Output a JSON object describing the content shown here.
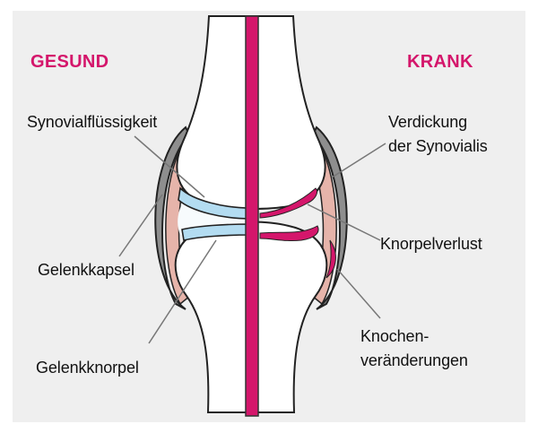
{
  "colors": {
    "accent": "#d4166b",
    "fluid": "#b3dcf1",
    "capsule": "#8e8e8e",
    "synovialis": "#e6b4aa",
    "bone": "#ffffff",
    "background": "#efefef"
  },
  "headings": {
    "left": "GESUND",
    "right": "KRANK"
  },
  "labels": {
    "synovial_fluid": "Synovialflüssigkeit",
    "joint_capsule": "Gelenkkapsel",
    "cartilage": "Gelenkknorpel",
    "synovialis_line1": "Verdickung",
    "synovialis_line2": "der Synovialis",
    "cartilage_loss": "Knorpelverlust",
    "bone_changes_line1": "Knochen-",
    "bone_changes_line2": "veränderungen"
  }
}
